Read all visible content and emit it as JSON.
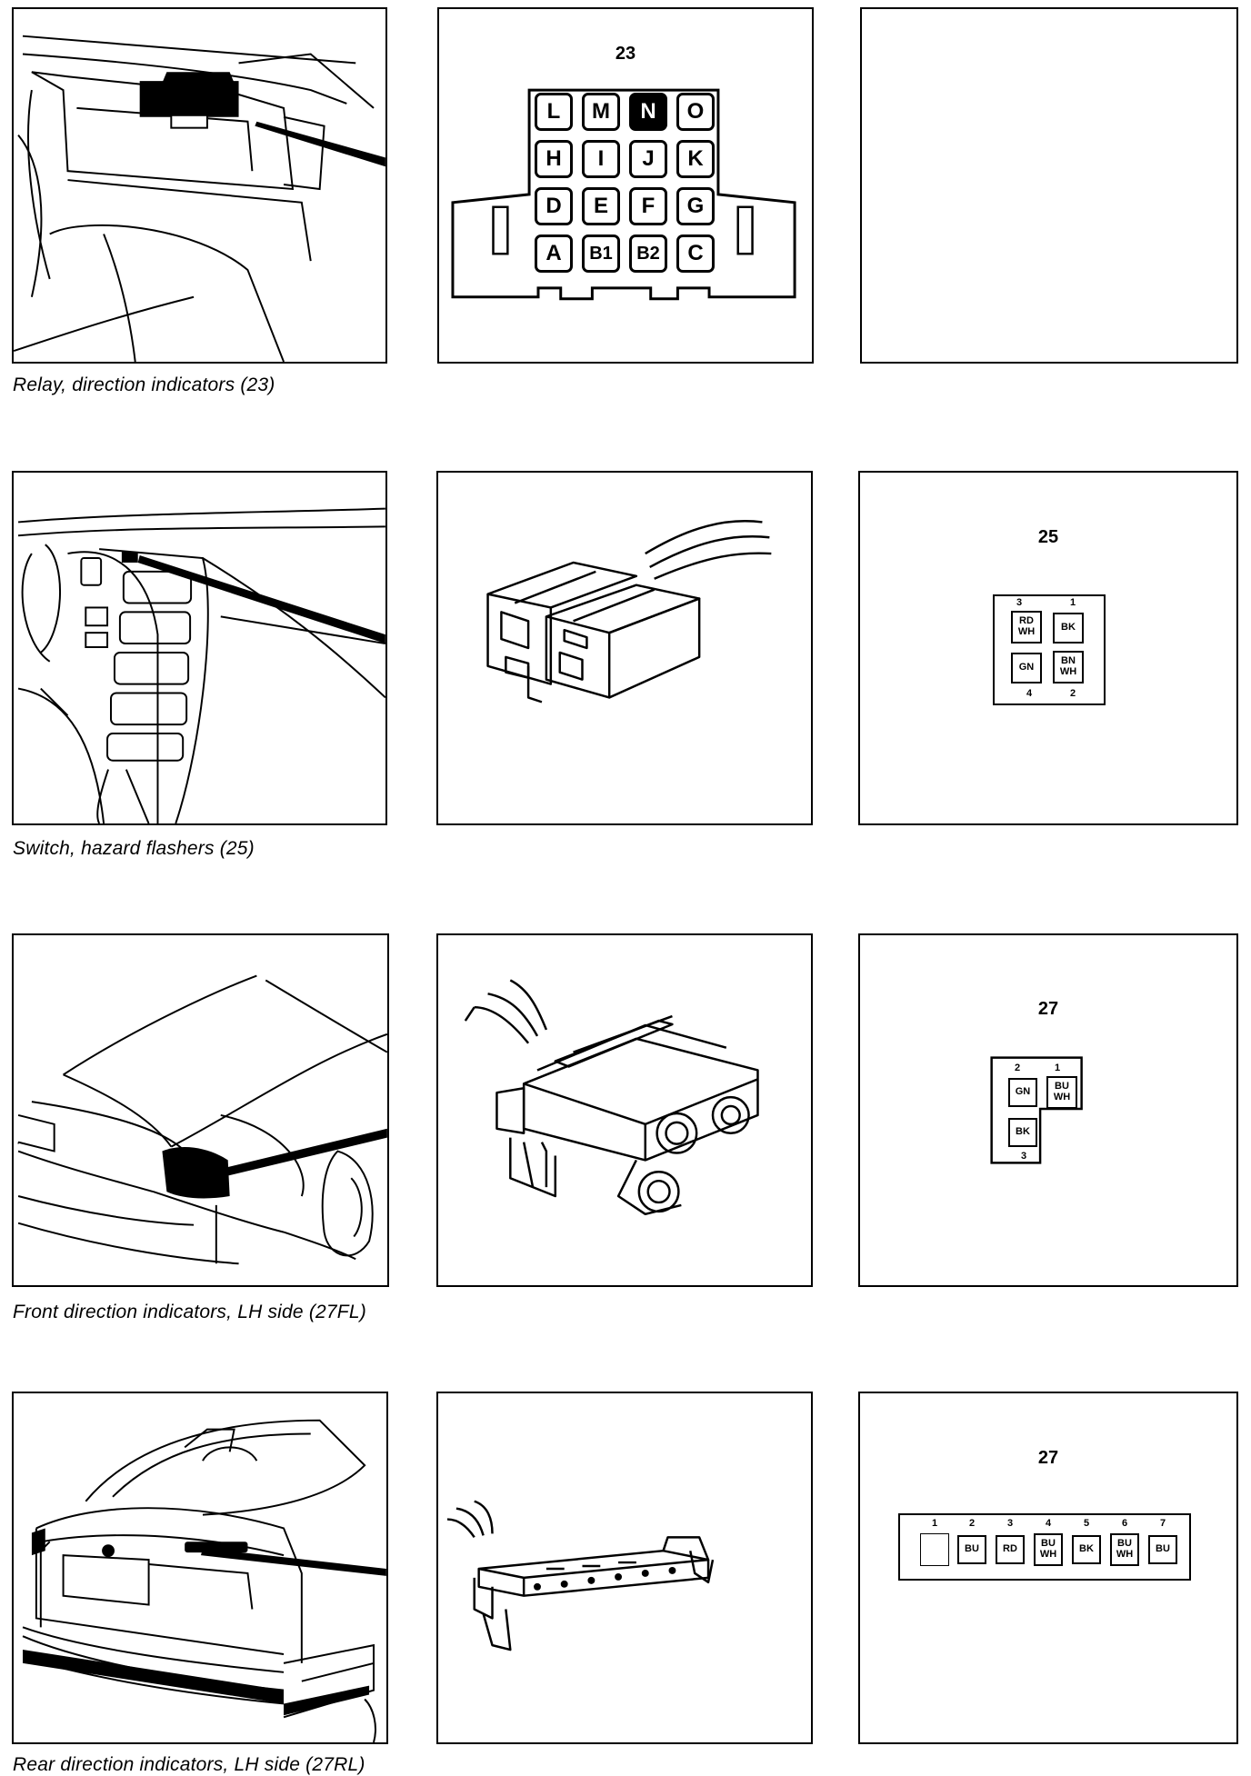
{
  "rows": [
    {
      "caption": "Relay, direction indicators (23)",
      "connector_number": "23",
      "relay_pins": [
        "L",
        "M",
        "N",
        "O",
        "H",
        "I",
        "J",
        "K",
        "D",
        "E",
        "F",
        "G",
        "A",
        "B1",
        "B2",
        "C"
      ],
      "highlighted_pin": "N"
    },
    {
      "caption": "Switch, hazard flashers (25)",
      "connector_number": "25",
      "pins": [
        {
          "num": "3",
          "wire": "RD WH"
        },
        {
          "num": "1",
          "wire": "BK"
        },
        {
          "num": "4",
          "wire": "GN"
        },
        {
          "num": "2",
          "wire": "BN WH"
        }
      ]
    },
    {
      "caption": "Front direction indicators, LH side (27FL)",
      "connector_number": "27",
      "pins": [
        {
          "num": "2",
          "wire": "GN"
        },
        {
          "num": "1",
          "wire": "BU WH"
        },
        {
          "num": "3",
          "wire": "BK"
        }
      ]
    },
    {
      "caption": "Rear direction indicators, LH side (27RL)",
      "connector_number": "27",
      "pins": [
        {
          "num": "1",
          "wire": ""
        },
        {
          "num": "2",
          "wire": "BU"
        },
        {
          "num": "3",
          "wire": "RD"
        },
        {
          "num": "4",
          "wire": "BU WH"
        },
        {
          "num": "5",
          "wire": "BK"
        },
        {
          "num": "6",
          "wire": "BU WH"
        },
        {
          "num": "7",
          "wire": "BU"
        }
      ]
    }
  ]
}
